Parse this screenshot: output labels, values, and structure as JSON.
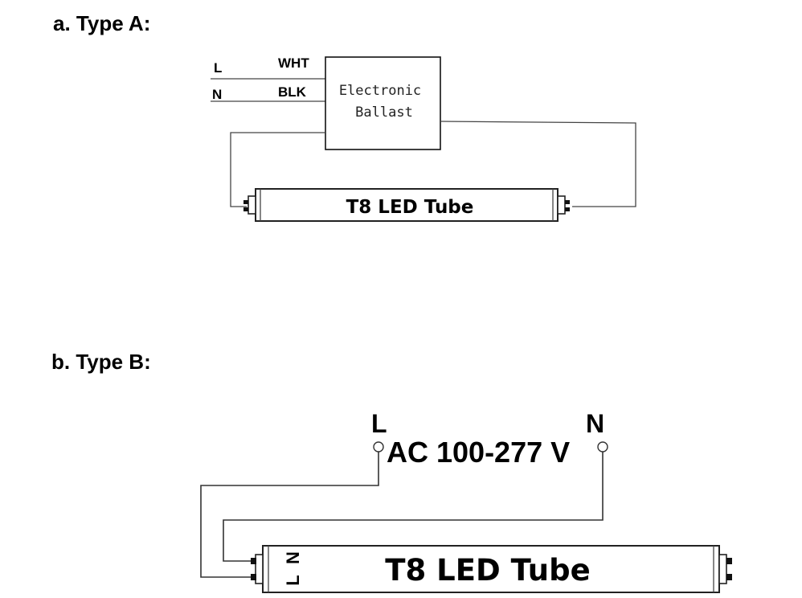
{
  "sections": {
    "a": {
      "heading": "a. Type A:",
      "line_label_l": "L",
      "line_label_n": "N",
      "wire_label_top": "WHT",
      "wire_label_bottom": "BLK",
      "ballast_line1": "Electronic",
      "ballast_line2": "Ballast",
      "tube_label": "T8 LED Tube"
    },
    "b": {
      "heading": "b. Type B:",
      "terminal_l": "L",
      "terminal_n": "N",
      "supply_label": "AC 100-277 V",
      "tube_label": "T8 LED Tube",
      "tube_end_l": "L",
      "tube_end_n": "N"
    }
  }
}
